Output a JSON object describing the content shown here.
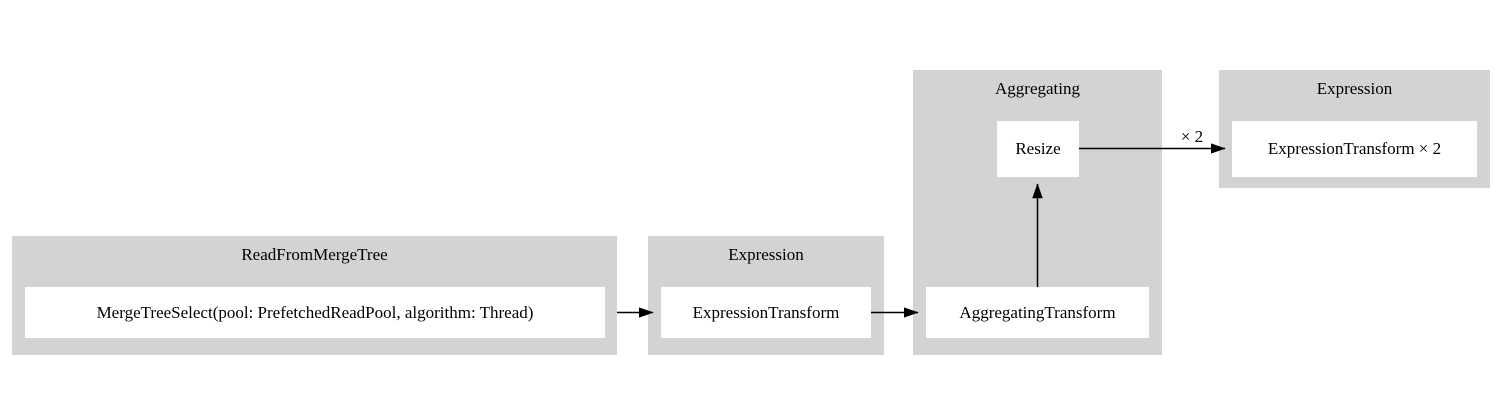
{
  "diagram": {
    "type": "pipeline-graph",
    "clusters": [
      {
        "title": "ReadFromMergeTree",
        "nodes": [
          {
            "label": "MergeTreeSelect(pool: PrefetchedReadPool, algorithm: Thread)"
          }
        ]
      },
      {
        "title": "Expression",
        "nodes": [
          {
            "label": "ExpressionTransform"
          }
        ]
      },
      {
        "title": "Aggregating",
        "nodes": [
          {
            "label": "Resize"
          },
          {
            "label": "AggregatingTransform"
          }
        ]
      },
      {
        "title": "Expression",
        "nodes": [
          {
            "label": "ExpressionTransform × 2"
          }
        ]
      }
    ],
    "edges": [
      {
        "from": "MergeTreeSelect(pool: PrefetchedReadPool, algorithm: Thread)",
        "to": "ExpressionTransform",
        "label": ""
      },
      {
        "from": "ExpressionTransform",
        "to": "AggregatingTransform",
        "label": ""
      },
      {
        "from": "AggregatingTransform",
        "to": "Resize",
        "label": ""
      },
      {
        "from": "Resize",
        "to": "ExpressionTransform × 2",
        "label": "× 2"
      }
    ],
    "colors": {
      "background": "#ffffff",
      "cluster_bg": "#d3d3d3",
      "node_bg": "#ffffff",
      "edge": "#000000",
      "text": "#000000"
    }
  }
}
